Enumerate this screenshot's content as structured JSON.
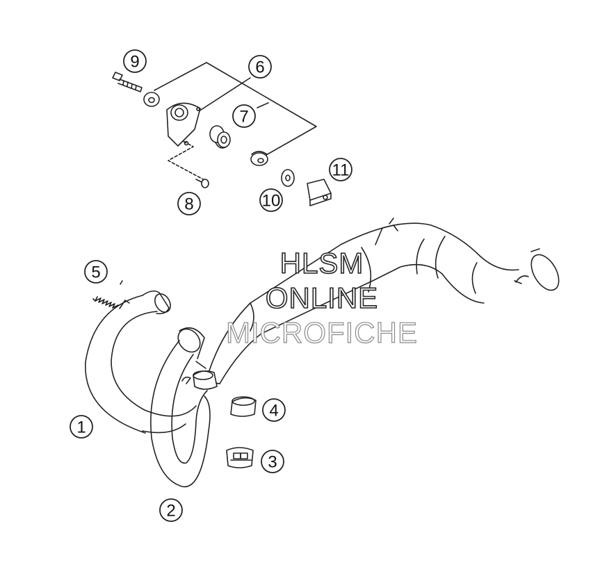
{
  "watermark": {
    "line1": "HLSM",
    "line2": "ONLINE",
    "line3": "MICROFICHE"
  },
  "callouts": [
    {
      "id": "c1",
      "label": "1"
    },
    {
      "id": "c2",
      "label": "2"
    },
    {
      "id": "c3",
      "label": "3"
    },
    {
      "id": "c4",
      "label": "4"
    },
    {
      "id": "c5",
      "label": "5"
    },
    {
      "id": "c6",
      "label": "6"
    },
    {
      "id": "c7",
      "label": "7"
    },
    {
      "id": "c8",
      "label": "8"
    },
    {
      "id": "c9",
      "label": "9"
    },
    {
      "id": "c10",
      "label": "10"
    },
    {
      "id": "c11",
      "label": "11"
    }
  ]
}
